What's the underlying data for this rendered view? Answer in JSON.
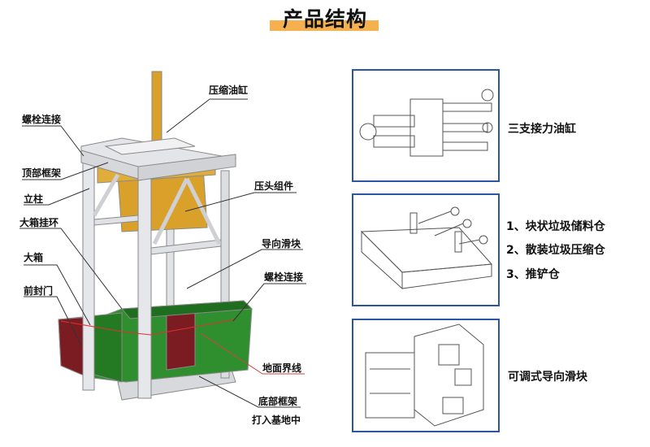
{
  "title": "产品结构",
  "labels": {
    "cylinder": "压缩油缸",
    "bolt_top": "螺栓连接",
    "top_frame": "顶部框架",
    "column": "立柱",
    "box_ring": "大箱挂环",
    "box": "大箱",
    "front_door": "前封门",
    "press_head": "压头组件",
    "guide_slider": "导向滑块",
    "bolt_right": "螺栓连接",
    "ground_line": "地面界线",
    "bottom_frame": "底部框架",
    "into_foundation": "打入基地中"
  },
  "panels": [
    {
      "caption": "三支接力油缸"
    },
    {
      "items": [
        "1、块状垃圾储料仓",
        "2、散装垃圾压缩仓",
        "3、推铲仓"
      ]
    },
    {
      "caption": "可调式导向滑块"
    }
  ],
  "colors": {
    "accent": "#f5b04f",
    "panel_border": "#2b56a6",
    "box_green": "#2f8f2f",
    "door_red": "#7a1c22",
    "cylinder_yellow": "#d9a02a"
  }
}
